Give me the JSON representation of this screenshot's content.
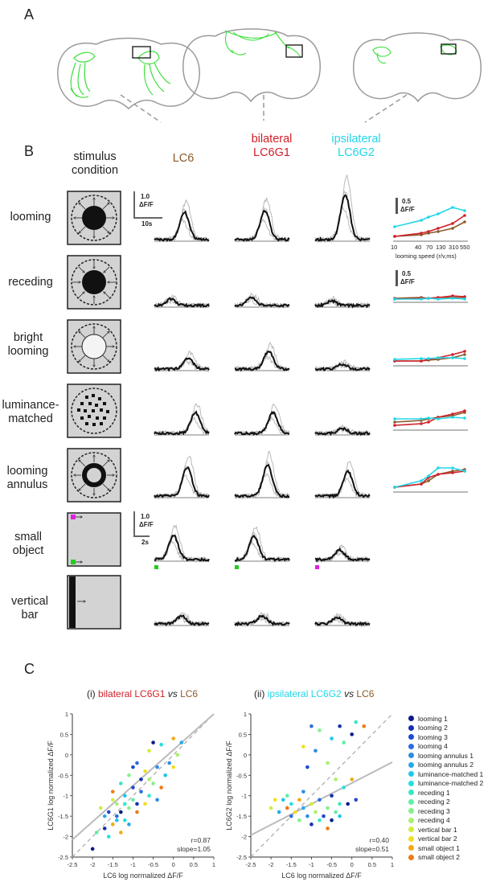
{
  "panel_a": {
    "letter": "A"
  },
  "panel_b": {
    "letter": "B",
    "stimulus_header": "stimulus condition",
    "columns": [
      {
        "label_line1": "",
        "label_line2": "LC6",
        "color": "#8b5a2b"
      },
      {
        "label_line1": "bilateral",
        "label_line2": "LC6G1",
        "color": "#d0202a"
      },
      {
        "label_line1": "ipsilateral",
        "label_line2": "LC6G2",
        "color": "#22d6e8"
      }
    ],
    "rows": [
      {
        "label": "looming"
      },
      {
        "label": "receding"
      },
      {
        "label": "bright looming"
      },
      {
        "label": "luminance-matched"
      },
      {
        "label": "looming annulus"
      },
      {
        "label": "small object"
      },
      {
        "label": "vertical bar"
      }
    ],
    "scalebar_top": {
      "amp": "1.0",
      "unit": "ΔF/F",
      "time": "10s"
    },
    "scalebar_small": {
      "amp": "1.0",
      "unit": "ΔF/F",
      "time": "2s"
    },
    "tuning_scale": {
      "amp": "0.5",
      "unit": "ΔF/F"
    },
    "tuning_xticks": [
      "10",
      "40",
      "70",
      "130",
      "310",
      "550"
    ],
    "tuning_xlabel": "looming speed (r/v,ms)",
    "colors": {
      "lc6": "#8b5a2b",
      "lc6g1": "#d0202a",
      "lc6g2": "#22d6e8",
      "green": "#22cc22",
      "magenta": "#e020e0"
    }
  },
  "panel_c": {
    "letter": "C",
    "left": {
      "title_prefix": "(i)",
      "title_a": "bilateral LC6G1",
      "title_vs": "vs",
      "title_b": "LC6",
      "ylabel": "LC6G1 log normalized ΔF/F",
      "xlabel": "LC6 log normalized ΔF/F",
      "r": "r=0.87",
      "slope": "slope=1.05",
      "xticks": [
        "-2.5",
        "-2",
        "-1.5",
        "-1",
        "-0.5",
        "0",
        "0.5",
        "1"
      ],
      "yticks": [
        "1",
        "0.5",
        "0",
        "-0.5",
        "-1",
        "-1.5",
        "-2",
        "-2.5"
      ]
    },
    "right": {
      "title_prefix": "(ii)",
      "title_a": "ipsilateral LC6G2",
      "title_vs": "vs",
      "title_b": "LC6",
      "ylabel": "LC6G2 log normalized ΔF/F",
      "xlabel": "LC6 log normalized ΔF/F",
      "r": "r=0.40",
      "slope": "slope=0.51",
      "xticks": [
        "-2.5",
        "-2",
        "-1.5",
        "-1",
        "-0.5",
        "0",
        "0.5",
        "1"
      ],
      "yticks": [
        "1",
        "0.5",
        "0",
        "-0.5",
        "-1",
        "-1.5",
        "-2",
        "-2.5"
      ]
    },
    "legend": [
      {
        "label": "looming 1",
        "color": "#0a1a8c"
      },
      {
        "label": "looming 2",
        "color": "#1430b4"
      },
      {
        "label": "looming 3",
        "color": "#1e4ad2"
      },
      {
        "label": "looming 4",
        "color": "#2a6ee0"
      },
      {
        "label": "looming annulus 1",
        "color": "#2f8ce6"
      },
      {
        "label": "looming annulus 2",
        "color": "#28a8ea"
      },
      {
        "label": "luminance-matched 1",
        "color": "#1ec8ec"
      },
      {
        "label": "luminance-matched 2",
        "color": "#22e0e0"
      },
      {
        "label": "receding 1",
        "color": "#36e8c4"
      },
      {
        "label": "receding 2",
        "color": "#5ef0a8"
      },
      {
        "label": "receding 3",
        "color": "#86f08c"
      },
      {
        "label": "receding 4",
        "color": "#aaf070"
      },
      {
        "label": "vertical bar 1",
        "color": "#d2ee3c"
      },
      {
        "label": "vertical bar 2",
        "color": "#eee020"
      },
      {
        "label": "small object 1",
        "color": "#f4a818"
      },
      {
        "label": "small object 2",
        "color": "#f07a14"
      }
    ]
  },
  "chart_data": [
    {
      "type": "scatter",
      "title": "(i) bilateral LC6G1 vs LC6",
      "xlabel": "LC6 log normalized ΔF/F",
      "ylabel": "LC6G1 log normalized ΔF/F",
      "xlim": [
        -2.5,
        1
      ],
      "ylim": [
        -2.5,
        1
      ],
      "r": 0.87,
      "slope": 1.05,
      "points": [
        [
          -0.5,
          0.3
        ],
        [
          -0.3,
          0.25
        ],
        [
          0.0,
          0.4
        ],
        [
          0.2,
          0.3
        ],
        [
          -0.6,
          0.1
        ],
        [
          -0.9,
          -0.2
        ],
        [
          -1.1,
          -0.5
        ],
        [
          -0.8,
          -0.6
        ],
        [
          -1.3,
          -0.7
        ],
        [
          -1.5,
          -0.9
        ],
        [
          -1.2,
          -1.0
        ],
        [
          -0.7,
          -0.4
        ],
        [
          -0.4,
          -0.3
        ],
        [
          -1.4,
          -1.2
        ],
        [
          -1.6,
          -1.4
        ],
        [
          -1.0,
          -1.1
        ],
        [
          -1.3,
          -1.4
        ],
        [
          -1.2,
          -1.6
        ],
        [
          -1.5,
          -1.7
        ],
        [
          -1.7,
          -1.5
        ],
        [
          -1.8,
          -1.3
        ],
        [
          -1.4,
          -1.5
        ],
        [
          -1.1,
          -1.3
        ],
        [
          -0.9,
          -1.2
        ],
        [
          -0.6,
          -1.0
        ],
        [
          -0.3,
          -0.8
        ],
        [
          -0.2,
          -0.5
        ],
        [
          0.0,
          -0.3
        ],
        [
          -0.1,
          -0.2
        ],
        [
          0.1,
          0.0
        ],
        [
          -1.0,
          -0.8
        ],
        [
          -1.9,
          -1.9
        ],
        [
          -2.0,
          -2.3
        ],
        [
          -1.6,
          -2.0
        ],
        [
          -1.3,
          -1.9
        ],
        [
          -1.1,
          -1.7
        ],
        [
          -1.5,
          -1.1
        ],
        [
          -0.8,
          -0.9
        ],
        [
          -0.5,
          -0.7
        ],
        [
          -1.7,
          -1.8
        ],
        [
          -1.2,
          -1.2
        ],
        [
          -0.9,
          -1.4
        ],
        [
          -1.4,
          -1.6
        ],
        [
          -0.7,
          -1.2
        ],
        [
          -0.4,
          -1.1
        ],
        [
          -0.6,
          -0.6
        ],
        [
          -1.0,
          -0.3
        ]
      ]
    },
    {
      "type": "scatter",
      "title": "(ii) ipsilateral LC6G2 vs LC6",
      "xlabel": "LC6 log normalized ΔF/F",
      "ylabel": "LC6G2 log normalized ΔF/F",
      "xlim": [
        -2.5,
        1
      ],
      "ylim": [
        -2.5,
        1
      ],
      "r": 0.4,
      "slope": 0.51,
      "points": [
        [
          -1.0,
          0.7
        ],
        [
          -0.8,
          0.6
        ],
        [
          -0.3,
          0.7
        ],
        [
          0.1,
          0.8
        ],
        [
          0.3,
          0.7
        ],
        [
          -0.5,
          0.4
        ],
        [
          -1.2,
          0.2
        ],
        [
          -0.9,
          0.1
        ],
        [
          -0.6,
          -0.2
        ],
        [
          -1.1,
          -0.3
        ],
        [
          -0.2,
          0.3
        ],
        [
          0.0,
          0.5
        ],
        [
          -1.5,
          -1.2
        ],
        [
          -1.3,
          -1.1
        ],
        [
          -1.2,
          -1.3
        ],
        [
          -1.0,
          -1.2
        ],
        [
          -0.8,
          -1.1
        ],
        [
          -0.6,
          -1.3
        ],
        [
          -0.5,
          -1.0
        ],
        [
          -0.3,
          -1.2
        ],
        [
          -1.6,
          -1.3
        ],
        [
          -1.7,
          -1.1
        ],
        [
          -1.4,
          -1.4
        ],
        [
          -1.1,
          -1.5
        ],
        [
          -0.9,
          -1.4
        ],
        [
          -0.7,
          -1.5
        ],
        [
          -0.4,
          -1.4
        ],
        [
          -0.1,
          -1.2
        ],
        [
          -0.2,
          -0.8
        ],
        [
          0.0,
          -0.6
        ],
        [
          -1.8,
          -1.4
        ],
        [
          -2.0,
          -1.3
        ],
        [
          -1.5,
          -1.5
        ],
        [
          -1.3,
          -1.6
        ],
        [
          -1.0,
          -1.7
        ],
        [
          -0.8,
          -1.6
        ],
        [
          -0.6,
          -1.8
        ],
        [
          -0.3,
          -1.5
        ],
        [
          -1.9,
          -1.1
        ],
        [
          -1.2,
          -0.9
        ],
        [
          -0.4,
          -0.6
        ],
        [
          0.1,
          -1.1
        ],
        [
          -1.6,
          -1.0
        ],
        [
          -0.5,
          -1.6
        ]
      ]
    }
  ]
}
